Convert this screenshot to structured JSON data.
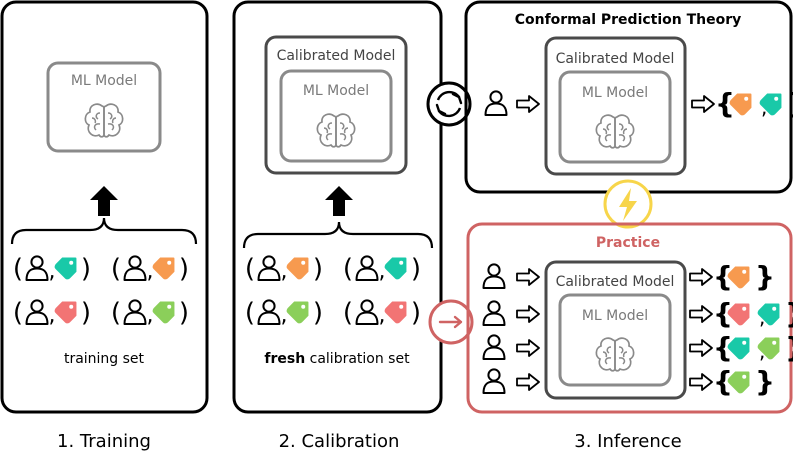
{
  "stages": {
    "training": {
      "caption": "1. Training",
      "model_label": "ML Model",
      "set_label": "training set",
      "pairs": [
        "tag-teal",
        "tag-orange",
        "tag-red",
        "tag-green"
      ]
    },
    "calibration": {
      "caption": "2. Calibration",
      "outer_model_label": "Calibrated Model",
      "inner_model_label": "ML Model",
      "set_label_bold": "fresh",
      "set_label_rest": " calibration set",
      "pairs": [
        "tag-orange",
        "tag-teal",
        "tag-green",
        "tag-red"
      ]
    },
    "inference": {
      "caption": "3. Inference",
      "theory": {
        "title": "Conformal Prediction Theory",
        "outer_model_label": "Calibrated Model",
        "inner_model_label": "ML Model",
        "output_tags": [
          "tag-orange",
          "tag-teal"
        ]
      },
      "practice": {
        "title": "Practice",
        "outer_model_label": "Calibrated Model",
        "inner_model_label": "ML Model",
        "output_sets": [
          [
            "tag-orange"
          ],
          [
            "tag-red",
            "tag-teal"
          ],
          [
            "tag-teal",
            "tag-green"
          ],
          [
            "tag-green"
          ]
        ]
      }
    }
  },
  "icons": {
    "cycle": "cycle-arrows-icon",
    "lightning": "lightning-bolt-icon",
    "incoming": "red-arrow-icon",
    "person": "person-icon",
    "brain": "brain-icon",
    "tag": "tag-icon"
  },
  "colors": {
    "orange": "#f79a4f",
    "teal": "#19c9a8",
    "red": "#f27474",
    "green": "#8bcf5a",
    "practice": "#cf6363",
    "lightning": "#f7d54a",
    "frame": "#000000",
    "model_gray": "#7a7a7a",
    "model_dark": "#4a4a4a"
  }
}
